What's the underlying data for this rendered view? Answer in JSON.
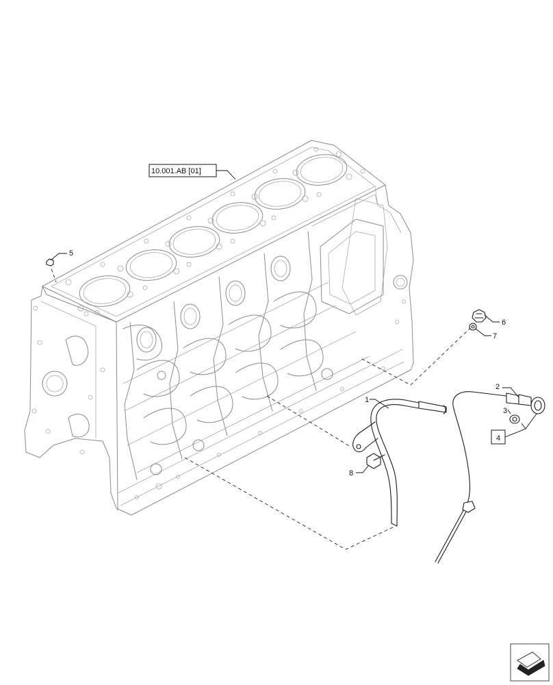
{
  "reference": {
    "text": "10.001.AB [01]"
  },
  "callouts": [
    {
      "id": "c1",
      "text": "1"
    },
    {
      "id": "c2",
      "text": "2"
    },
    {
      "id": "c3",
      "text": "3"
    },
    {
      "id": "c4",
      "text": "4"
    },
    {
      "id": "c5",
      "text": "5"
    },
    {
      "id": "c6",
      "text": "6"
    },
    {
      "id": "c7",
      "text": "7"
    },
    {
      "id": "c8",
      "text": "8"
    }
  ],
  "icons": {
    "nav": "next-page-arrow-icon"
  },
  "colors": {
    "line_art": "#8a8a8a",
    "parts": "#1a1a1a"
  }
}
